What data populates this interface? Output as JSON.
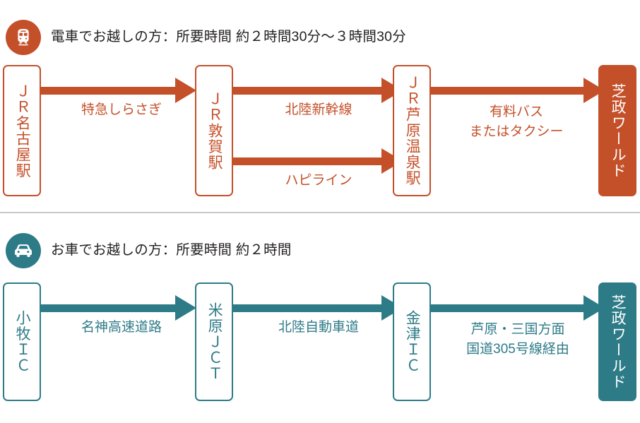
{
  "sections": [
    {
      "id": "train",
      "icon": "train-icon",
      "title": "電車でお越しの方：所要時間 約２時間30分〜３時間30分",
      "accent_color": "#C4502A",
      "nodes": [
        {
          "label": "ＪＲ名古屋駅",
          "style": "outline"
        },
        {
          "label": "ＪＲ敦賀駅",
          "style": "outline"
        },
        {
          "label": "ＪＲ芦原温泉駅",
          "style": "outline"
        },
        {
          "label": "芝政ワールド",
          "style": "filled"
        }
      ],
      "edges": [
        {
          "label": "特急しらさぎ",
          "from": "ＪＲ名古屋駅",
          "to": "ＪＲ敦賀駅"
        },
        {
          "label": "北陸新幹線",
          "from": "ＪＲ敦賀駅",
          "to": "ＪＲ芦原温泉駅"
        },
        {
          "label": "ハピライン",
          "from": "ＪＲ敦賀駅",
          "to": "ＪＲ芦原温泉駅"
        },
        {
          "label": "有料バス\nまたはタクシー",
          "from": "ＪＲ芦原温泉駅",
          "to": "芝政ワールド"
        }
      ]
    },
    {
      "id": "car",
      "icon": "car-icon",
      "title": "お車でお越しの方：所要時間 約２時間",
      "accent_color": "#2E7B88",
      "nodes": [
        {
          "label": "小牧ＩＣ",
          "style": "outline"
        },
        {
          "label": "米原ＪＣＴ",
          "style": "outline"
        },
        {
          "label": "金津ＩＣ",
          "style": "outline"
        },
        {
          "label": "芝政ワールド",
          "style": "filled"
        }
      ],
      "edges": [
        {
          "label": "名神高速道路",
          "from": "小牧ＩＣ",
          "to": "米原ＪＣＴ"
        },
        {
          "label": "北陸自動車道",
          "from": "米原ＪＣＴ",
          "to": "金津ＩＣ"
        },
        {
          "label": "芦原・三国方面\n国道305号線経由",
          "from": "金津ＩＣ",
          "to": "芝政ワールド"
        }
      ]
    }
  ]
}
